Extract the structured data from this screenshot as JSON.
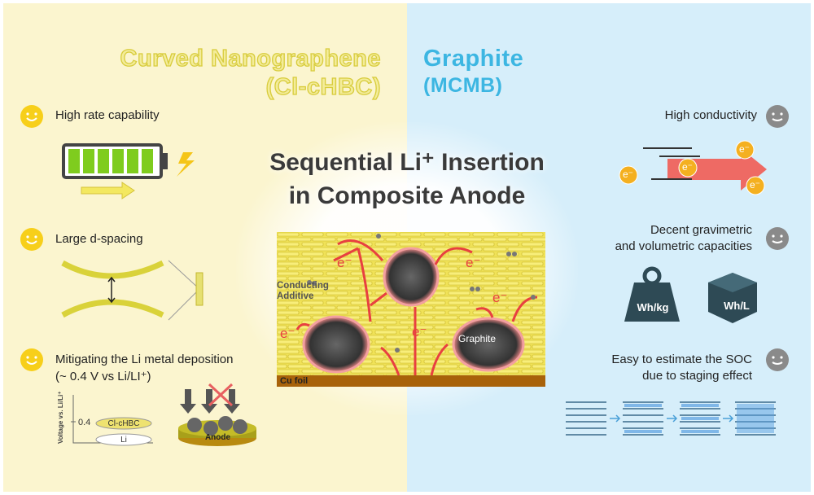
{
  "left": {
    "title": "Curved Nanographene",
    "subtitle": "(Cl-cHBC)",
    "items": [
      {
        "label": "High rate capability"
      },
      {
        "label": "Large d-spacing"
      },
      {
        "label_line1": "Mitigating the Li metal deposition",
        "label_line2": "(~ 0.4 V vs Li/LI⁺)"
      }
    ],
    "voltage_axis": "Voltage vs. Li/Li⁺",
    "voltage_tick": "0.4",
    "cl_chbc": "Cl-cHBC",
    "li": "Li",
    "anode": "Anode"
  },
  "right": {
    "title": "Graphite",
    "subtitle": "(MCMB)",
    "items": [
      {
        "label": "High conductivity"
      },
      {
        "label_line1": "Decent gravimetric",
        "label_line2": "and volumetric capacities"
      },
      {
        "label_line1": "Easy to estimate the SOC",
        "label_line2": "due to staging effect"
      }
    ],
    "electron": "e⁻",
    "wh_kg": "Wh/kg",
    "wh_l": "Wh/L"
  },
  "center": {
    "title_line1": "Sequential Li⁺ Insertion",
    "title_line2": "in Composite Anode",
    "conducting": "Conducting",
    "additive": "Additive",
    "graphite": "Graphite",
    "cu_foil": "Cu foil",
    "electron": "e⁻"
  },
  "colors": {
    "left_bg": "#fbf5cf",
    "right_bg": "#d6eefa",
    "smile_good": "#f7cf1a",
    "smile_neutral": "#8a8a8a",
    "electron_red": "#e84040"
  }
}
